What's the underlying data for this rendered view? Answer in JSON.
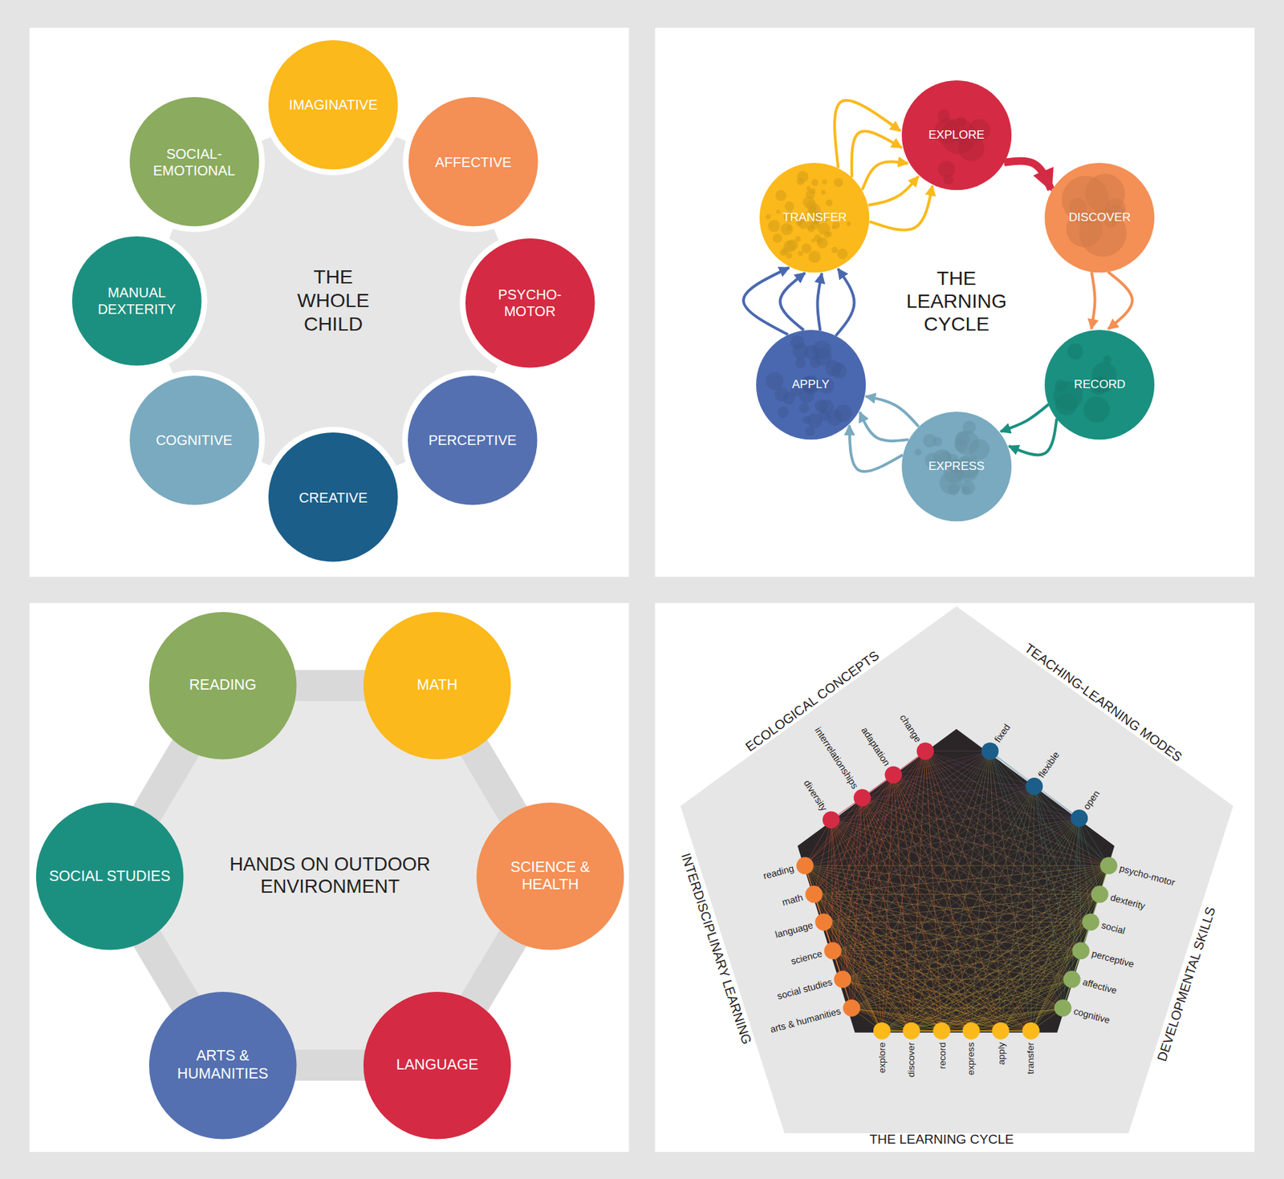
{
  "diagram": {
    "nodes": [
      {
        "text": [
          "THE WHOLE CHILD"
        ]
      },
      {
        "text": [
          "IMAGINATIVE"
        ]
      },
      {
        "text": [
          "AFFECTIVE"
        ]
      },
      {
        "text": [
          "PSYCHO- MOTOR"
        ]
      },
      {
        "text": [
          "PERCEPTIVE"
        ]
      },
      {
        "text": [
          "CREATIVE"
        ]
      },
      {
        "text": [
          "COGNITIVE"
        ]
      },
      {
        "text": [
          "MANUAL DEXTERITY"
        ]
      },
      {
        "text": [
          "SOCIAL- EMOTIONAL"
        ]
      },
      {
        "text": [
          "EXPLORE"
        ]
      },
      {
        "text": [
          "DISCOVER"
        ]
      },
      {
        "text": [
          "RECORD"
        ]
      },
      {
        "text": [
          "EXPRESS"
        ]
      },
      {
        "text": [
          "APPLY"
        ]
      },
      {
        "text": [
          "TRANSFER"
        ]
      },
      {
        "text": [
          "HANDS ON OUTDOOR ENVIRONMENT"
        ]
      },
      {
        "text": [
          "READING"
        ]
      },
      {
        "text": [
          "MATH"
        ]
      },
      {
        "text": [
          "SCIENCE & HEALTH"
        ]
      },
      {
        "text": [
          "LANGUAGE"
        ]
      },
      {
        "text": [
          "ARTS & HUMANITIES"
        ]
      },
      {
        "text": [
          "SOCIAL STUDIES"
        ]
      }
    ],
    "edges": [
      {
        "from": 9,
        "to": 10,
        "arrow": "to"
      },
      {
        "from": 10,
        "to": 11,
        "arrow": "to"
      },
      {
        "from": 10,
        "to": 11,
        "arrow": "to"
      },
      {
        "from": 11,
        "to": 12,
        "arrow": "to"
      },
      {
        "from": 11,
        "to": 12,
        "arrow": "to"
      },
      {
        "from": 12,
        "to": 13,
        "arrow": "to"
      },
      {
        "from": 12,
        "to": 13,
        "arrow": "to"
      },
      {
        "from": 12,
        "to": 13,
        "arrow": "to"
      },
      {
        "from": 13,
        "to": 14,
        "arrow": "to"
      },
      {
        "from": 13,
        "to": 14,
        "arrow": "to"
      },
      {
        "from": 13,
        "to": 14,
        "arrow": "to"
      },
      {
        "from": 13,
        "to": 14,
        "arrow": "to"
      },
      {
        "from": 14,
        "to": 9,
        "arrow": "to"
      },
      {
        "from": 14,
        "to": 9,
        "arrow": "to"
      },
      {
        "from": 14,
        "to": 9,
        "arrow": "to"
      },
      {
        "from": 14,
        "to": 9,
        "arrow": "to"
      },
      {
        "from": 14,
        "to": 9,
        "arrow": "to"
      }
    ],
    "labels": [
      "THE LEARNING CYCLE",
      "ECOLOGICAL CONCEPTS",
      "diversity",
      "interrelationships",
      "adaptation",
      "change",
      "TEACHING-LEARNING MODES",
      "fixed",
      "flexible",
      "open",
      "DEVELOPMENTAL SKILLS",
      "psycho-motor",
      "dexterity",
      "social",
      "perceptive",
      "affective",
      "cognitive",
      "THE LEARNING CYCLE",
      "explore",
      "discover",
      "record",
      "express",
      "apply",
      "transfer",
      "INTERDISCIPLINARY LEARNING",
      "reading",
      "math",
      "language",
      "science",
      "social studies",
      "arts & humanities"
    ]
  }
}
